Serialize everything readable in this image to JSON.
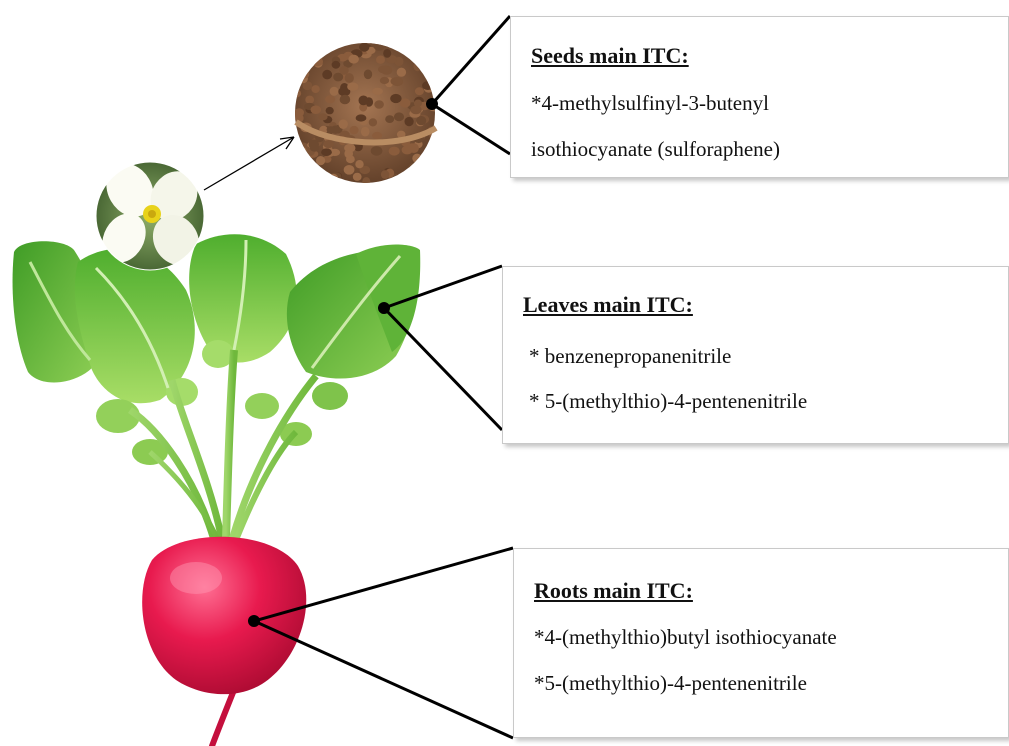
{
  "figure": {
    "seeds": {
      "title": "Seeds main ITC:",
      "lines": [
        "*4-methylsulfinyl-3-butenyl",
        "isothiocyanate (sulforaphene)"
      ]
    },
    "leaves": {
      "title": "Leaves main ITC:",
      "lines": [
        "* benzenepropanenitrile",
        "* 5-(methylthio)-4-pentenenitrile"
      ]
    },
    "roots": {
      "title": "Roots main ITC:",
      "lines": [
        "*4-(methylthio)butyl isothiocyanate",
        "*5-(methylthio)-4-pentenenitrile"
      ]
    },
    "illustrations": [
      "radish-root",
      "radish-leaves",
      "radish-flower",
      "radish-seeds"
    ],
    "colors": {
      "root": "#e0184a",
      "leaf": "#5cb832",
      "leaf_light": "#a9dd6a",
      "seed": "#7a5236",
      "flower_petal": "#fbfbf3",
      "flower_center": "#e8d21a",
      "connector": "#000000"
    }
  }
}
